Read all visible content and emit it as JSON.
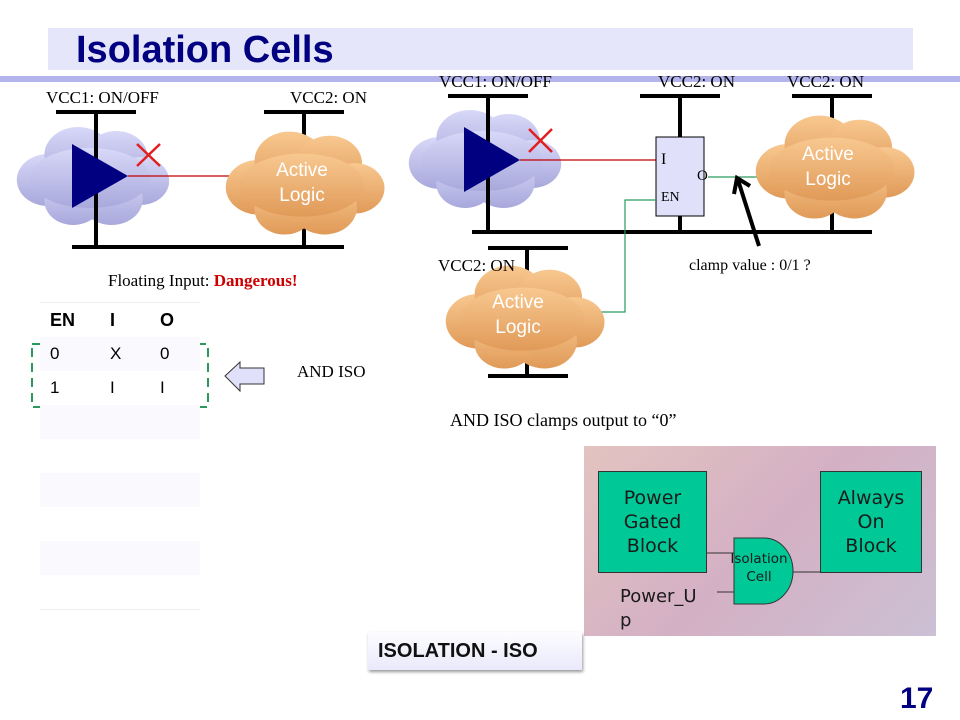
{
  "slide": {
    "title": "Isolation Cells",
    "page_number": "17"
  },
  "left_diagram": {
    "vcc1_label": "VCC1: ON/OFF",
    "vcc2_label": "VCC2: ON",
    "active_logic_line1": "Active",
    "active_logic_line2": "Logic",
    "caption_prefix": "Floating Input: ",
    "caption_warning": "Dangerous!"
  },
  "truth_table": {
    "headers": [
      "EN",
      "I",
      "O"
    ],
    "rows": [
      [
        "0",
        "X",
        "0"
      ],
      [
        "1",
        "I",
        "I"
      ]
    ],
    "arrow_label": "AND ISO"
  },
  "right_diagram": {
    "vcc1_label": "VCC1: ON/OFF",
    "vcc2_label_a": "VCC2: ON",
    "vcc2_label_b": "VCC2: ON",
    "vcc2_label_c": "VCC2: ON",
    "iso_pin_i": "I",
    "iso_pin_en": "EN",
    "iso_pin_o": "O",
    "active_logic_line1": "Active",
    "active_logic_line2": "Logic",
    "clamp_note": "clamp value : 0/1 ?",
    "caption": "AND ISO clamps output to “0”"
  },
  "block_picture": {
    "power_gated_block": [
      "Power",
      "Gated",
      "Block"
    ],
    "always_on_block": [
      "Always",
      "On",
      "Block"
    ],
    "isolation_cell": [
      "Isolation",
      "Cell"
    ],
    "power_up_label": [
      "Power_U",
      "p"
    ]
  },
  "footer_box": {
    "label": "ISOLATION - ISO"
  },
  "colors": {
    "title": "#000080",
    "title_band": "#e6e6fa",
    "rule": "#b4b4ec",
    "warning": "#cc0000",
    "cloud_orange": "#f0b070",
    "cloud_lavender": "#c8c8f0",
    "buffer": "#000080",
    "iso_block": "#00c896",
    "enable_wire": "#2a9a5a",
    "data_wire": "#c00000"
  }
}
